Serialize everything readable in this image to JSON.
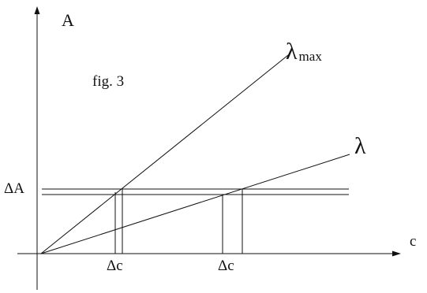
{
  "figure": {
    "label": "fig. 3"
  },
  "axes": {
    "y_label": "A",
    "x_label": "c"
  },
  "lines": {
    "steep_label": "λ",
    "steep_subscript": "max",
    "shallow_label": "λ"
  },
  "annotations": {
    "delta_a": "ΔA",
    "delta_c_left": "Δc",
    "delta_c_right": "Δc"
  },
  "colors": {
    "ink": "#111111",
    "background": "#ffffff"
  }
}
